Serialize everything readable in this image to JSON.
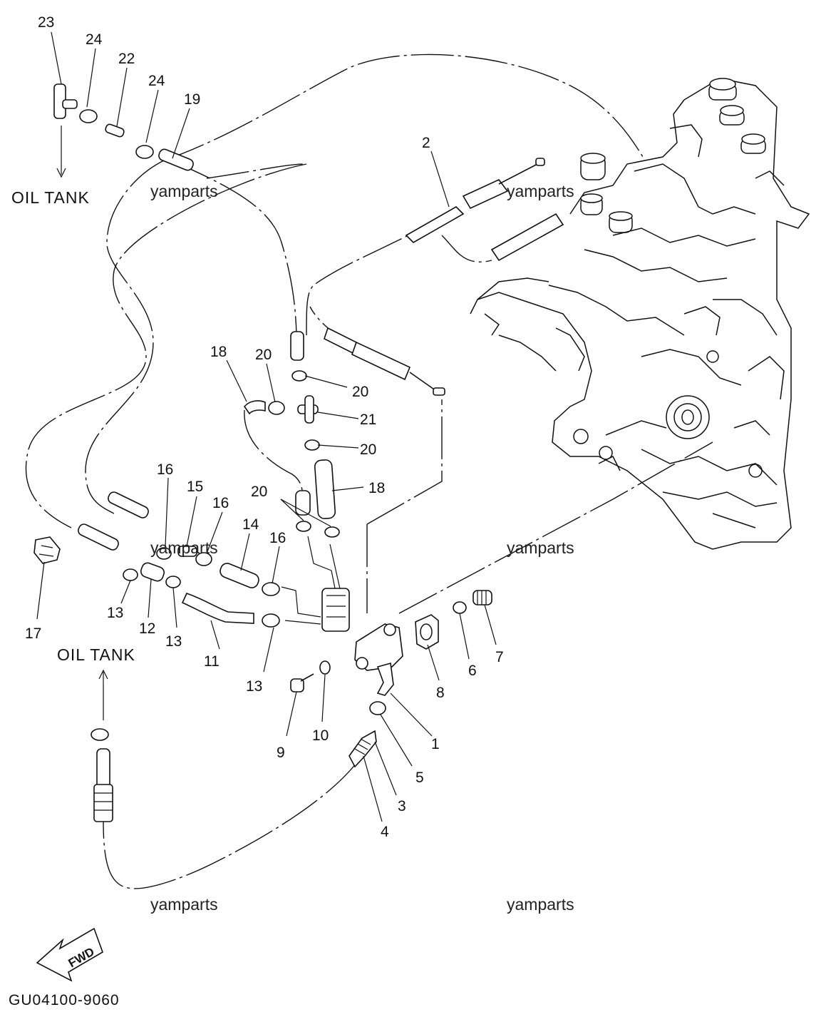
{
  "diagram": {
    "part_numbers": {
      "p1": "1",
      "p2": "2",
      "p3": "3",
      "p4": "4",
      "p5": "5",
      "p6": "6",
      "p7": "7",
      "p8": "8",
      "p9": "9",
      "p10": "10",
      "p11": "11",
      "p12": "12",
      "p13a": "13",
      "p13b": "13",
      "p13c": "13",
      "p14": "14",
      "p15": "15",
      "p16a": "16",
      "p16b": "16",
      "p16c": "16",
      "p17": "17",
      "p18a": "18",
      "p18b": "18",
      "p19": "19",
      "p20a": "20",
      "p20b": "20",
      "p20c": "20",
      "p20d": "20",
      "p21": "21",
      "p22": "22",
      "p23": "23",
      "p24a": "24",
      "p24b": "24"
    },
    "oil_tank_top": "OIL TANK",
    "oil_tank_left": "OIL TANK",
    "watermarks": [
      "yamparts",
      "yamparts",
      "yamparts",
      "yamparts",
      "yamparts",
      "yamparts"
    ],
    "fwd_arrow": "FWD",
    "diagram_code": "GU04100-9060"
  }
}
